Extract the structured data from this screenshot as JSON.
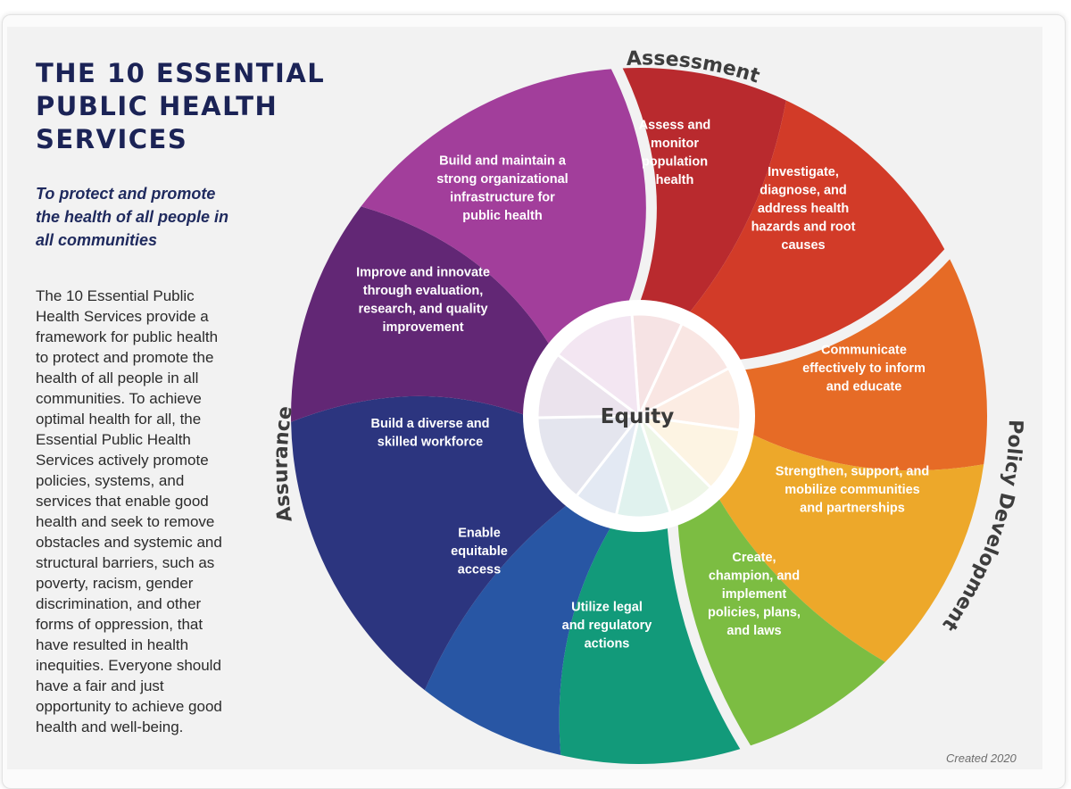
{
  "title": "THE 10 ESSENTIAL\nPUBLIC HEALTH\nSERVICES",
  "subtitle": "To protect and promote\nthe health of all people in\nall communities",
  "description": "The 10 Essential Public\nHealth Services provide a\nframework for public health\nto protect and promote the\nhealth of all people in all\ncommunities. To achieve\noptimal health for all, the\nEssential Public Health\nServices actively promote\npolicies, systems, and\nservices that enable good\nhealth and seek to remove\nobstacles and systemic and\nstructural barriers, such as\npoverty, racism, gender\ndiscrimination, and other\nforms of oppression, that\nhave resulted in health\ninequities. Everyone should\nhave a fair and just\nopportunity to achieve good\nhealth and well-being.",
  "center": {
    "label": "Equity"
  },
  "groups": [
    {
      "label": "Assessment"
    },
    {
      "label": "Policy Development"
    },
    {
      "label": "Assurance"
    }
  ],
  "services": [
    {
      "id": "assess",
      "lines": [
        "Assess and",
        "monitor",
        "population",
        "health"
      ],
      "color": "#b92a2e"
    },
    {
      "id": "investigate",
      "lines": [
        "Investigate,",
        "diagnose, and",
        "address health",
        "hazards and root",
        "causes"
      ],
      "color": "#d23b28"
    },
    {
      "id": "communicate",
      "lines": [
        "Communicate",
        "effectively to inform",
        "and educate"
      ],
      "color": "#e66b26"
    },
    {
      "id": "strengthen",
      "lines": [
        "Strengthen, support, and",
        "mobilize communities",
        "and partnerships"
      ],
      "color": "#eda82a"
    },
    {
      "id": "create",
      "lines": [
        "Create,",
        "champion, and",
        "implement",
        "policies, plans,",
        "and laws"
      ],
      "color": "#7cbd42"
    },
    {
      "id": "utilize",
      "lines": [
        "Utilize legal",
        "and regulatory",
        "actions"
      ],
      "color": "#129a7a"
    },
    {
      "id": "enable",
      "lines": [
        "Enable",
        "equitable",
        "access"
      ],
      "color": "#2856a4"
    },
    {
      "id": "workforce",
      "lines": [
        "Build a diverse and",
        "skilled workforce"
      ],
      "color": "#2c357f"
    },
    {
      "id": "improve",
      "lines": [
        "Improve and innovate",
        "through evaluation,",
        "research, and quality",
        "improvement"
      ],
      "color": "#622775"
    },
    {
      "id": "infrastructure",
      "lines": [
        "Build and maintain a",
        "strong organizational",
        "infrastructure for",
        "public health"
      ],
      "color": "#a23e9b"
    }
  ],
  "footer": {
    "created": "Created 2020"
  }
}
